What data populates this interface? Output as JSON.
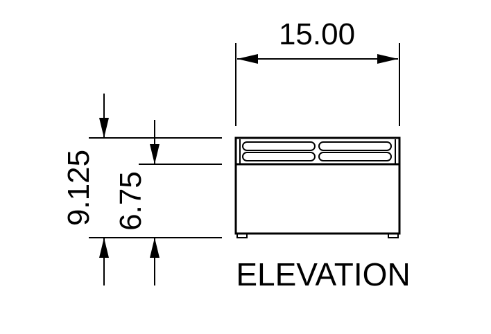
{
  "dimensions": {
    "width_label": "15.00",
    "overall_height_label": "9.125",
    "body_height_label": "6.75"
  },
  "view": {
    "title": "ELEVATION"
  },
  "colors": {
    "line": "#000000",
    "background": "#ffffff"
  }
}
